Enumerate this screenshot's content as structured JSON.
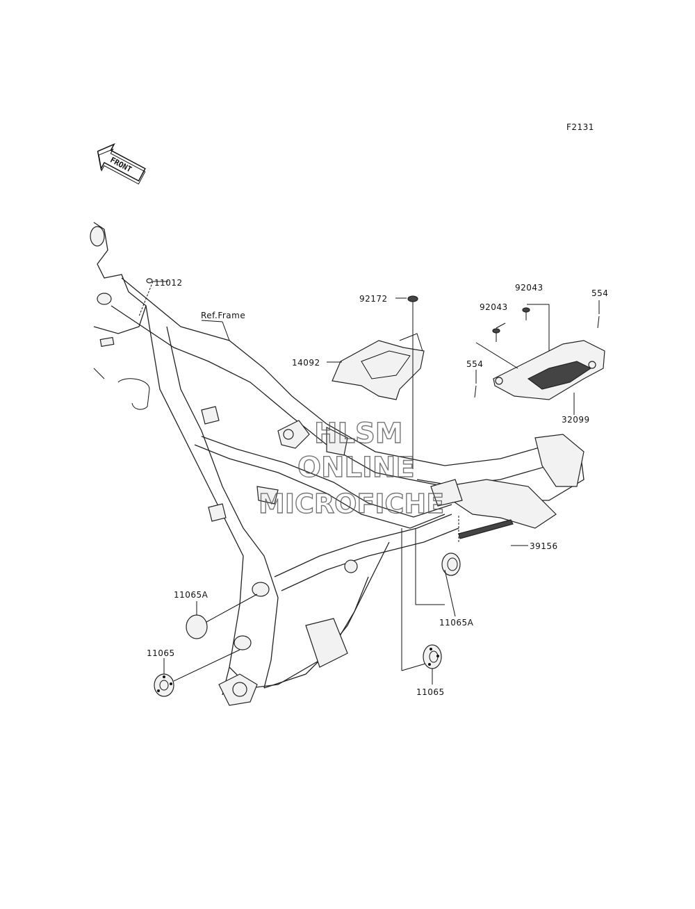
{
  "figure_code": "F2131",
  "front_arrow_text": "FRONT",
  "ref_frame_label": "Ref.Frame",
  "watermark": [
    "HLSM",
    "ONLINE",
    "MICROFICHE"
  ],
  "parts": {
    "p11012": "11012",
    "p92172": "92172",
    "p14092": "14092",
    "p92043_a": "92043",
    "p92043_b": "92043",
    "p554_a": "554",
    "p554_b": "554",
    "p32099": "32099",
    "p39156": "39156",
    "p11065A_left": "11065A",
    "p11065_left": "11065",
    "p11065A_right": "11065A",
    "p11065_right": "11065"
  }
}
